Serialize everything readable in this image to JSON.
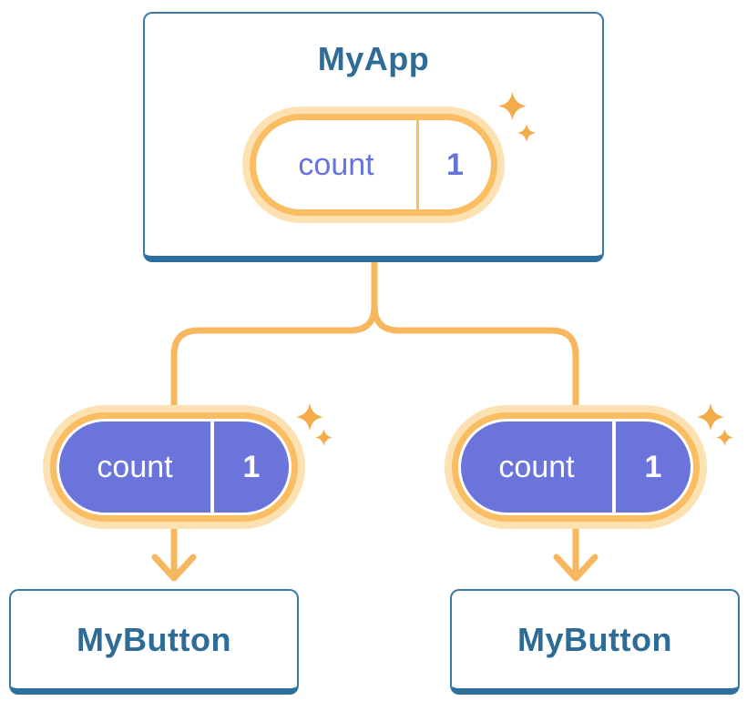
{
  "colors": {
    "blue_border": "#3B7AA5",
    "blue_border_bottom": "#2D6F9D",
    "blue_text": "#2E6C98",
    "orange_border": "#FABD62",
    "orange_halo": "#FCE2B2",
    "orange_line": "#F7B75F",
    "sparkle": "#F3AC49",
    "purple_fill": "#6B74DB",
    "purple_text": "#6673DC"
  },
  "diagram": {
    "root": {
      "title": "MyApp",
      "pill": {
        "label": "count",
        "value": "1"
      }
    },
    "children": [
      {
        "title": "MyButton",
        "pill": {
          "label": "count",
          "value": "1"
        }
      },
      {
        "title": "MyButton",
        "pill": {
          "label": "count",
          "value": "1"
        }
      }
    ]
  }
}
